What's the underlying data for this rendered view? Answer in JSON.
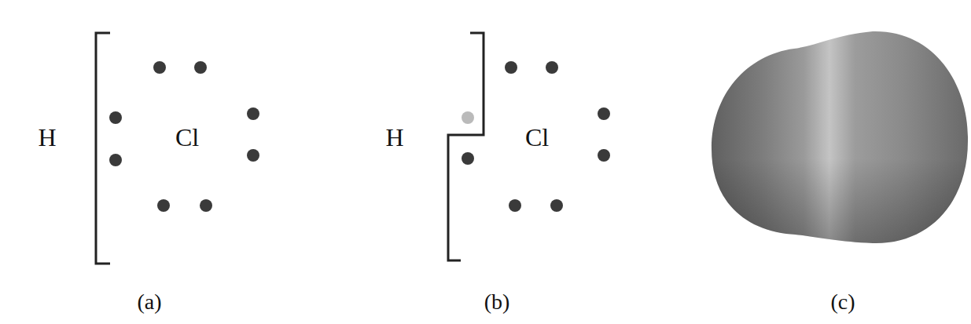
{
  "diagram": {
    "nodes": [
      {
        "text": [
          "H"
        ]
      },
      {
        "text": [
          "Cl"
        ]
      },
      {
        "text": [
          "H"
        ]
      },
      {
        "text": [
          "Cl"
        ]
      }
    ],
    "labels": [
      "(a)",
      "(b)",
      "(c)"
    ]
  }
}
